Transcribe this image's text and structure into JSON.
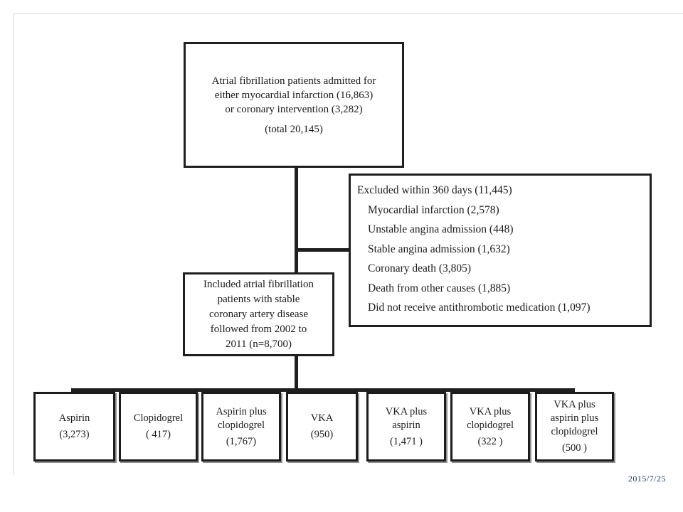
{
  "flowchart": {
    "source_box": {
      "lines": [
        "Atrial fibrillation patients admitted for",
        "either myocardial infarction (16,863)",
        "or coronary intervention (3,282)"
      ],
      "total": "(total 20,145)"
    },
    "excluded_box": {
      "title": "Excluded within 360 days (11,445)",
      "items": [
        "Myocardial infarction (2,578)",
        "Unstable angina admission (448)",
        "Stable angina admission (1,632)",
        "Coronary death (3,805)",
        "Death from other causes (1,885)",
        "Did not receive antithrombotic medication (1,097)"
      ]
    },
    "included_box": {
      "lines": [
        "Included atrial fibrillation",
        "patients with stable",
        "coronary artery disease",
        "followed from 2002 to",
        "2011 (n=8,700)"
      ]
    },
    "treatment_boxes": [
      {
        "name": "Aspirin",
        "count": "(3,273)"
      },
      {
        "name": "Clopidogrel",
        "count": "( 417)"
      },
      {
        "name": "Aspirin plus clopidogrel",
        "count": "(1,767)"
      },
      {
        "name": "VKA",
        "count": "(950)"
      },
      {
        "name": "VKA plus aspirin",
        "count": "(1,471 )"
      },
      {
        "name": "VKA plus clopidogrel",
        "count": "(322 )"
      },
      {
        "name": "VKA plus aspirin plus clopidogrel",
        "count": "(500 )"
      }
    ]
  },
  "footer": {
    "date": "2015/7/25"
  }
}
